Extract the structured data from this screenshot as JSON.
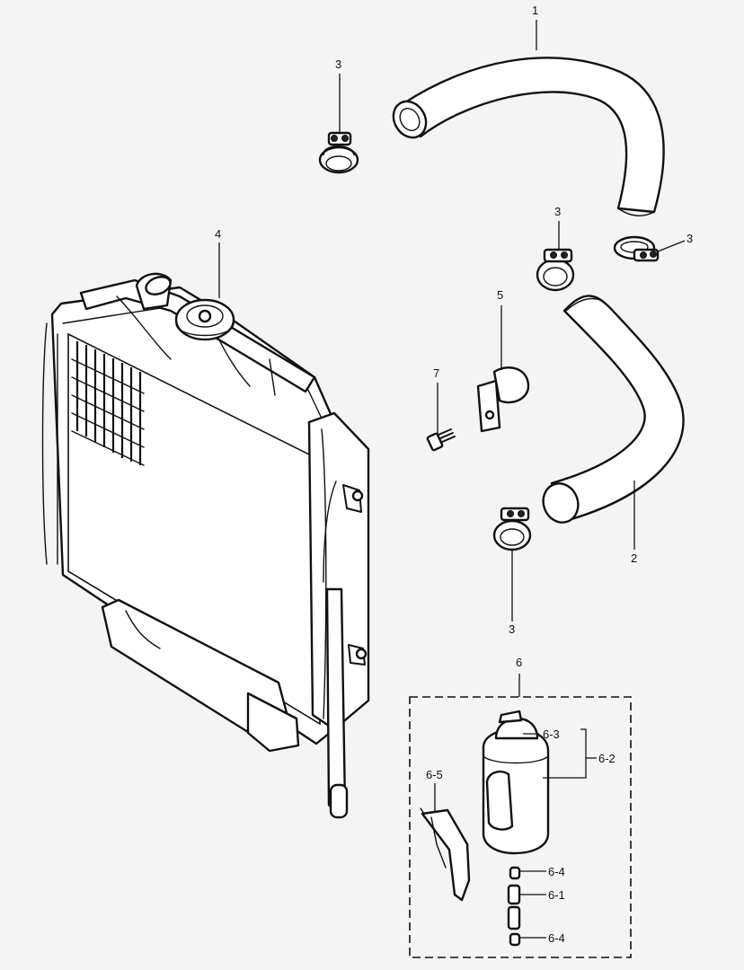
{
  "callouts": {
    "c1": "1",
    "c2": "2",
    "c3a": "3",
    "c3b": "3",
    "c3c": "3",
    "c3d": "3",
    "c4": "4",
    "c5": "5",
    "c6": "6",
    "c6_1": "6-1",
    "c6_2": "6-2",
    "c6_3": "6-3",
    "c6_4a": "6-4",
    "c6_4b": "6-4",
    "c6_5": "6-5",
    "c7": "7"
  }
}
